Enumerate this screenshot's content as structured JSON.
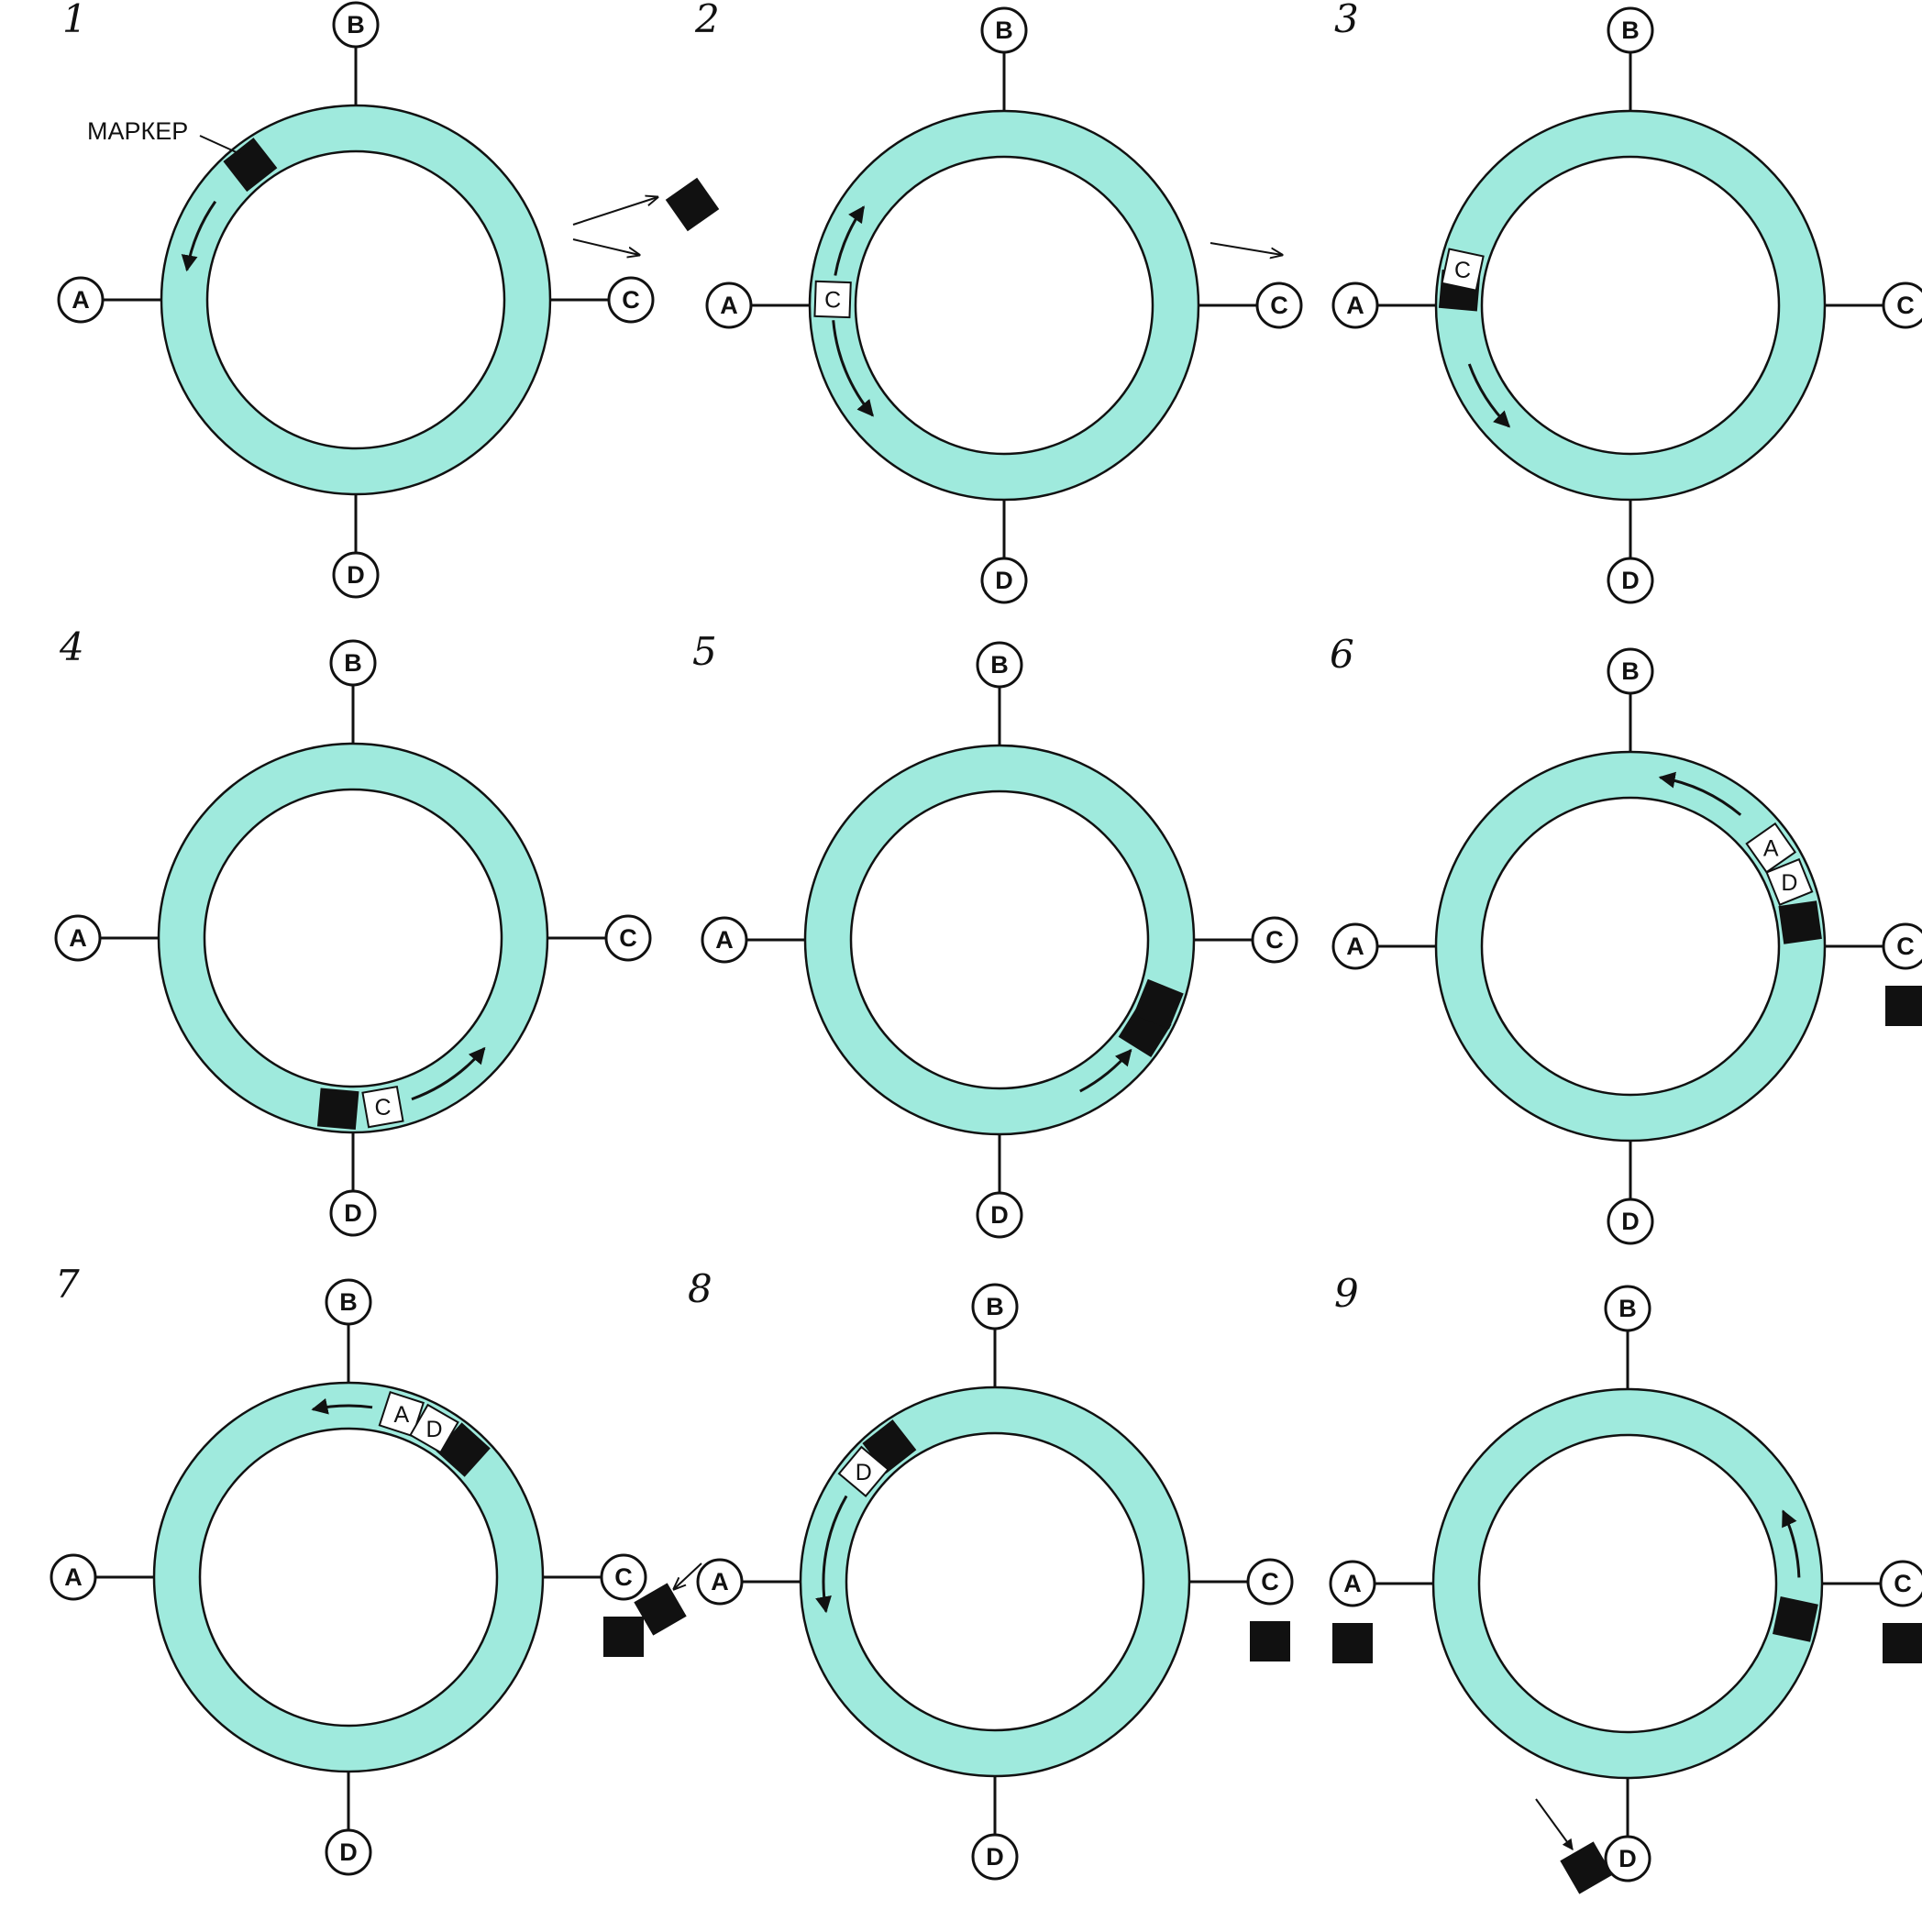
{
  "colors": {
    "ring": "#9feadd",
    "ring_stroke": "#111111",
    "marker": "#111111",
    "packet": "#ffffff"
  },
  "marker_label": "МАРКЕР",
  "nodes": [
    "A",
    "B",
    "C",
    "D"
  ],
  "panels": [
    {
      "num": "1",
      "packets": [],
      "held": []
    },
    {
      "num": "2",
      "packets": [
        "C"
      ],
      "held": []
    },
    {
      "num": "3",
      "packets": [
        "C"
      ],
      "held": []
    },
    {
      "num": "4",
      "packets": [
        "C"
      ],
      "held": []
    },
    {
      "num": "5",
      "packets": [],
      "held": []
    },
    {
      "num": "6",
      "packets": [
        "A",
        "D"
      ],
      "held": [
        "C"
      ]
    },
    {
      "num": "7",
      "packets": [
        "A",
        "D"
      ],
      "held": [
        "C"
      ]
    },
    {
      "num": "8",
      "packets": [
        "D"
      ],
      "held": [
        "C"
      ]
    },
    {
      "num": "9",
      "packets": [],
      "held": [
        "A",
        "C"
      ]
    }
  ]
}
